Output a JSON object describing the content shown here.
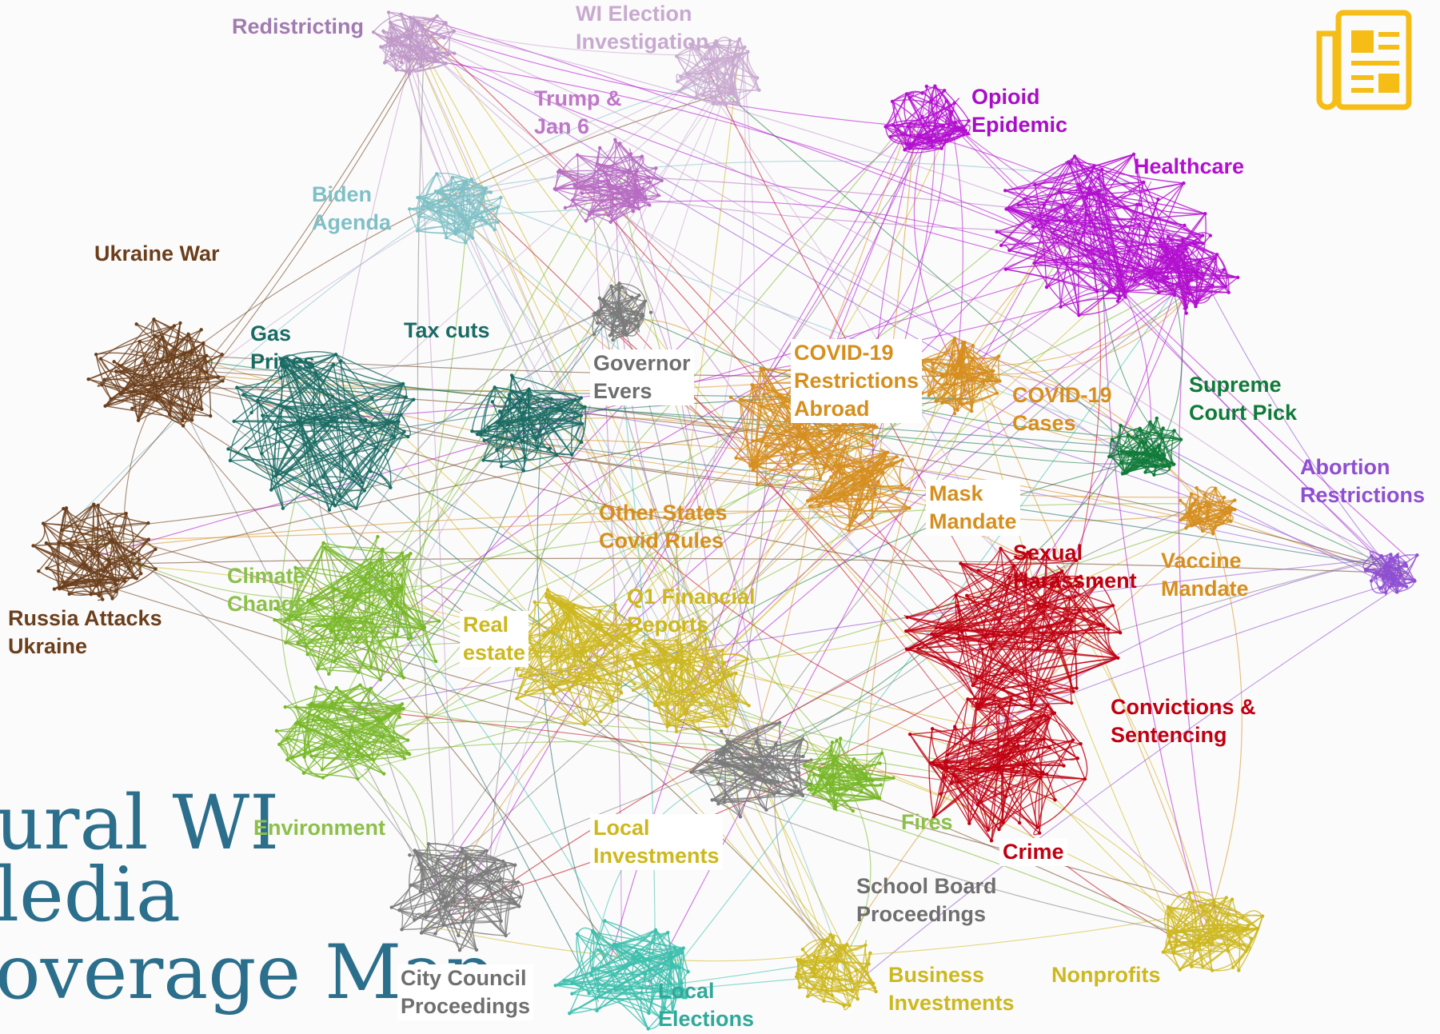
{
  "colors": {
    "brown": "#6b3f1c",
    "teal_dark": "#1a6b64",
    "teal_light": "#7fc0c6",
    "lavender": "#bf98c8",
    "lavender_light": "#c8aad0",
    "pink_purple": "#b76bc2",
    "grey": "#7b7b7b",
    "orange": "#d68f1e",
    "magenta": "#b30fd0",
    "green_dark": "#107a3a",
    "violet": "#8f4fd2",
    "red": "#c00010",
    "yellow": "#cdb81e",
    "lime": "#78b828",
    "turquoise": "#3dbfae",
    "title": "#2c6f8c",
    "icon": "#f6bd16"
  },
  "title": {
    "line1": "ural WI",
    "line2": "ledia",
    "line3": "overage Map"
  },
  "icon": "newspaper-icon",
  "clusters": [
    {
      "name": "Redistricting",
      "color": "#a17bb0",
      "text": "Redistricting"
    },
    {
      "name": "WI Election Investigation",
      "color": "#c8aad0",
      "text": "WI Election\nInvestigation"
    },
    {
      "name": "Trump & Jan 6",
      "color": "#bf77c8",
      "text": "Trump &\nJan 6"
    },
    {
      "name": "Opioid Epidemic",
      "color": "#a80ec6",
      "text": "Opioid\nEpidemic"
    },
    {
      "name": "Healthcare",
      "color": "#b30fd0",
      "text": "Healthcare"
    },
    {
      "name": "Biden Agenda",
      "color": "#7fc0c6",
      "text": "Biden\nAgenda"
    },
    {
      "name": "Ukraine War",
      "color": "#6b3f1c",
      "text": "Ukraine War"
    },
    {
      "name": "Gas Prices",
      "color": "#1a6b64",
      "text": "Gas\nPrices"
    },
    {
      "name": "Tax cuts",
      "color": "#1a6b64",
      "text": "Tax cuts"
    },
    {
      "name": "Governor Evers",
      "color": "#6f6f6f",
      "text": "Governor\nEvers"
    },
    {
      "name": "COVID-19 Restrictions Abroad",
      "color": "#d68f1e",
      "text": "COVID-19\nRestrictions\nAbroad"
    },
    {
      "name": "COVID-19 Cases",
      "color": "#d68f1e",
      "text": "COVID-19\nCases"
    },
    {
      "name": "Supreme Court Pick",
      "color": "#107a3a",
      "text": "Supreme\nCourt Pick"
    },
    {
      "name": "Abortion Restrictions",
      "color": "#8f4fd2",
      "text": "Abortion\nRestrictions"
    },
    {
      "name": "Mask Mandate",
      "color": "#d68f1e",
      "text": "Mask\nMandate"
    },
    {
      "name": "Other States Covid Rules",
      "color": "#d68f1e",
      "text": "Other States\nCovid Rules"
    },
    {
      "name": "Sexual Harassment",
      "color": "#c00010",
      "text": "Sexual\nHarassment"
    },
    {
      "name": "Vaccine Mandate",
      "color": "#d68f1e",
      "text": "Vaccine\nMandate"
    },
    {
      "name": "Climate Change",
      "color": "#8cc04a",
      "text": "Climate\nChange"
    },
    {
      "name": "Russia Attacks Ukraine",
      "color": "#6b3f1c",
      "text": "Russia Attacks\nUkraine"
    },
    {
      "name": "Real estate",
      "color": "#cdb81e",
      "text": "Real\n estate"
    },
    {
      "name": "Q1 Financial Reports",
      "color": "#cdb81e",
      "text": "Q1 Financial\nReports"
    },
    {
      "name": "Convictions & Sentencing",
      "color": "#c00010",
      "text": "Convictions &\nSentencing"
    },
    {
      "name": "Environment",
      "color": "#8cc04a",
      "text": "Environment"
    },
    {
      "name": "Local Investments",
      "color": "#cdb81e",
      "text": "Local\nInvestments"
    },
    {
      "name": "Fires",
      "color": "#8cc04a",
      "text": "Fires"
    },
    {
      "name": "Crime",
      "color": "#c00010",
      "text": "Crime"
    },
    {
      "name": "School Board Proceedings",
      "color": "#6f6f6f",
      "text": "School Board\nProceedings"
    },
    {
      "name": "City Council Proceedings",
      "color": "#6f6f6f",
      "text": "City Council\nProceedings"
    },
    {
      "name": "Local Elections",
      "color": "#2fa99a",
      "text": "Local\nElections"
    },
    {
      "name": "Business Investments",
      "color": "#cdb81e",
      "text": "Business\nInvestments"
    },
    {
      "name": "Nonprofits",
      "color": "#cdb81e",
      "text": "Nonprofits"
    }
  ]
}
